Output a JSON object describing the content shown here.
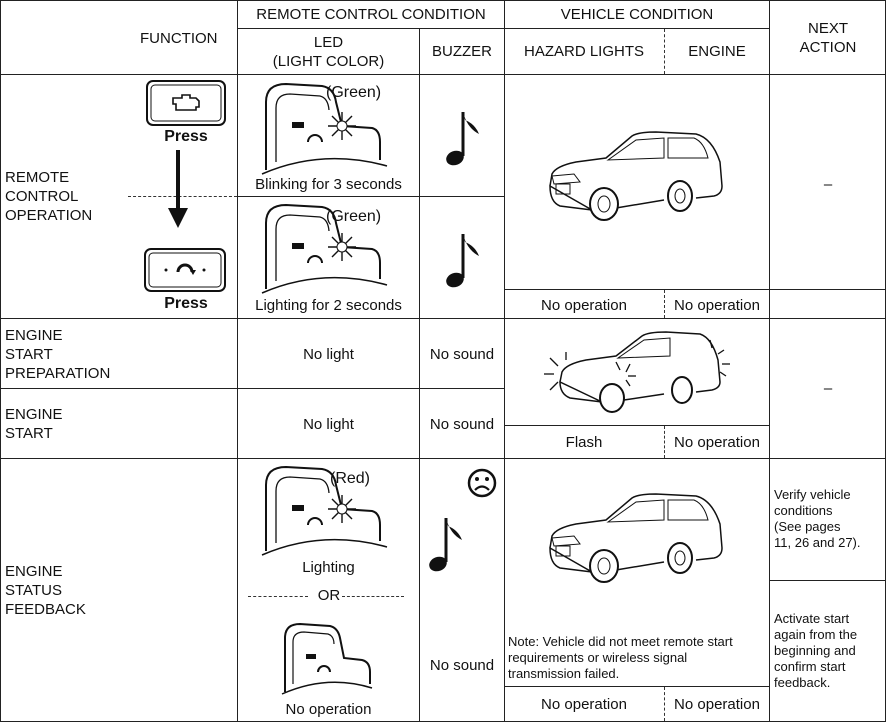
{
  "header": {
    "function": "FUNCTION",
    "remote_control_condition": "REMOTE CONTROL CONDITION",
    "vehicle_condition": "VEHICLE CONDITION",
    "next_action_1": "NEXT",
    "next_action_2": "ACTION",
    "led_1": "LED",
    "led_2": "(LIGHT COLOR)",
    "buzzer": "BUZZER",
    "hazard_lights": "HAZARD LIGHTS",
    "engine": "ENGINE"
  },
  "rows": {
    "remote": {
      "function_lines": [
        "REMOTE",
        "CONTROL",
        "OPERATION"
      ],
      "press_1": "Press",
      "press_2": "Press",
      "led_color_1": "(Green)",
      "led_text_1": "Blinking for 3 seconds",
      "led_color_2": "(Green)",
      "led_text_2": "Lighting for 2 seconds",
      "hazard": "No operation",
      "engine": "No operation",
      "next_action": "–"
    },
    "prep": {
      "function_lines": [
        "ENGINE",
        "START",
        "PREPARATION"
      ],
      "led": "No light",
      "buzzer": "No sound"
    },
    "start": {
      "function_lines": [
        "ENGINE",
        "START"
      ],
      "led": "No light",
      "buzzer": "No sound",
      "hazard": "Flash",
      "engine": "No operation",
      "next_action": "–"
    },
    "feedback": {
      "function_lines": [
        "ENGINE",
        "STATUS",
        "FEEDBACK"
      ],
      "led_color": "(Red)",
      "led_text": "Lighting",
      "or": "OR",
      "led_text_2": "No operation",
      "buzzer_2": "No sound",
      "note_lines": [
        "Note: Vehicle did not meet remote start",
        "requirements or wireless signal",
        "transmission failed."
      ],
      "hazard": "No operation",
      "engine": "No operation",
      "next_action_1_lines": [
        "Verify vehicle",
        "conditions",
        "(See pages",
        "11, 26 and 27)."
      ],
      "next_action_2_lines": [
        "Activate start",
        "again from the",
        "beginning and",
        "confirm start",
        "feedback."
      ]
    }
  }
}
